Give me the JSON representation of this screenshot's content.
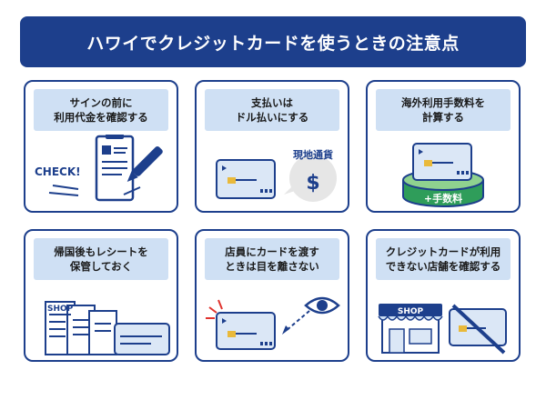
{
  "title": "ハワイでクレジットカードを使うときの注意点",
  "cards": [
    {
      "caption": "サインの前に\n利用代金を確認する",
      "tag": "CHECK!"
    },
    {
      "caption": "支払いは\nドル払いにする",
      "tag": "現地通貨",
      "symbol": "$"
    },
    {
      "caption": "海外利用手数料を\n計算する",
      "tag": "+手数料"
    },
    {
      "caption": "帰国後もレシートを\n保管しておく",
      "tag": "SHOP"
    },
    {
      "caption": "店員にカードを渡す\nときは目を離さない"
    },
    {
      "caption": "クレジットカードが利用\nできない店舗を確認する",
      "tag": "SHOP"
    }
  ],
  "colors": {
    "navy": "#1d3f8c",
    "caption_bg": "#cfe0f4",
    "card_fill": "#dbe7f6",
    "green": "#2f9d5a",
    "red": "#e0332e",
    "chip": "#e9b93a"
  }
}
